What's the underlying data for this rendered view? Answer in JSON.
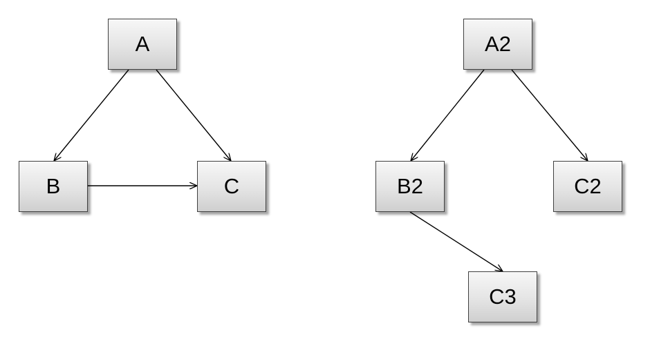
{
  "diagram": {
    "nodes": [
      {
        "id": "A",
        "label": "A"
      },
      {
        "id": "B",
        "label": "B"
      },
      {
        "id": "C",
        "label": "C"
      },
      {
        "id": "A2",
        "label": "A2"
      },
      {
        "id": "B2",
        "label": "B2"
      },
      {
        "id": "C2",
        "label": "C2"
      },
      {
        "id": "C3",
        "label": "C3"
      }
    ],
    "edges": [
      {
        "from": "A",
        "to": "B"
      },
      {
        "from": "A",
        "to": "C"
      },
      {
        "from": "B",
        "to": "C"
      },
      {
        "from": "A2",
        "to": "B2"
      },
      {
        "from": "A2",
        "to": "C2"
      },
      {
        "from": "B2",
        "to": "C3"
      }
    ]
  },
  "colors": {
    "edge": "#000000",
    "node_border": "#3f3f3f",
    "node_fill_top": "#f7f7f7",
    "node_fill_bottom": "#cfcfcf"
  }
}
